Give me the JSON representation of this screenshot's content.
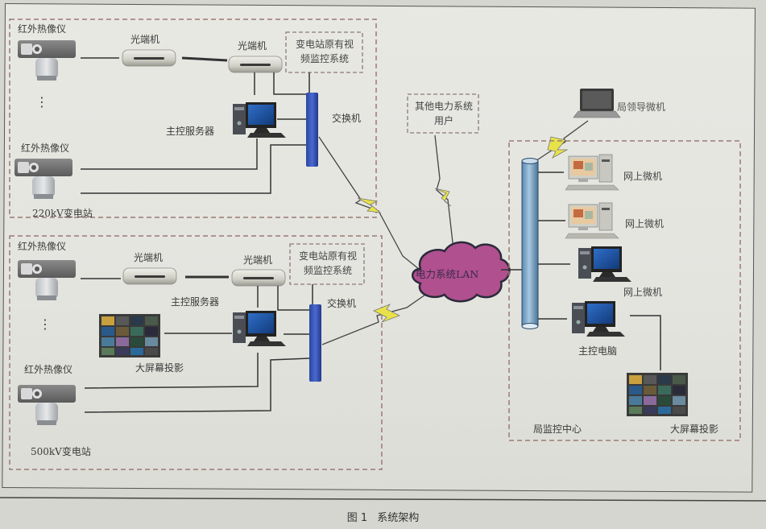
{
  "figure": {
    "caption_number": "图 1",
    "caption_title": "系统架构"
  },
  "substation_220": {
    "name": "220kV变电站",
    "camera_top_label": "红外热像仪",
    "camera_bottom_label": "红外热像仪",
    "ellipsis": "⋮",
    "optical_terminal_1": "光端机",
    "optical_terminal_2": "光端机",
    "existing_video_system": "变电站原有视频监控系统",
    "server": "主控服务器",
    "switch": "交换机"
  },
  "substation_500": {
    "name": "500kV变电站",
    "camera_top_label": "红外热像仪",
    "camera_bottom_label": "红外热像仪",
    "ellipsis": "⋮",
    "optical_terminal_1": "光端机",
    "optical_terminal_2": "光端机",
    "existing_video_system": "变电站原有视频监控系统",
    "server": "主控服务器",
    "switch": "交换机",
    "big_screen": "大屏幕投影"
  },
  "network": {
    "lan": "电力系统LAN",
    "other_users": "其他电力系统用户",
    "leader_pc": "局领导微机"
  },
  "monitor_center": {
    "name": "局监控中心",
    "web_pc_1": "网上微机",
    "web_pc_2": "网上微机",
    "web_pc_3": "网上微机",
    "main_pc": "主控电脑",
    "big_screen": "大屏幕投影"
  },
  "colors": {
    "lan_cloud": "#b0508e",
    "lightning": "#e8e24a",
    "switch": "#3a56b0",
    "backbone": "#7aa6c8",
    "dashed_border": "#9a7a72"
  }
}
